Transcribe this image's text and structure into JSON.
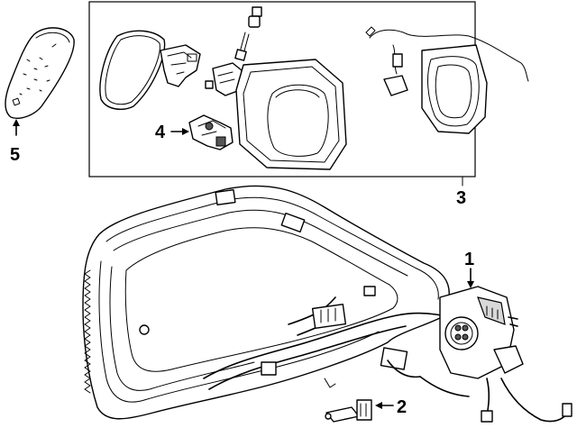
{
  "callouts": [
    {
      "id": "1",
      "label": "1"
    },
    {
      "id": "2",
      "label": "2"
    },
    {
      "id": "3",
      "label": "3"
    },
    {
      "id": "4",
      "label": "4"
    },
    {
      "id": "5",
      "label": "5"
    }
  ],
  "colors": {
    "line": "#000000",
    "background": "#ffffff",
    "shade": "#d9d9d9"
  }
}
